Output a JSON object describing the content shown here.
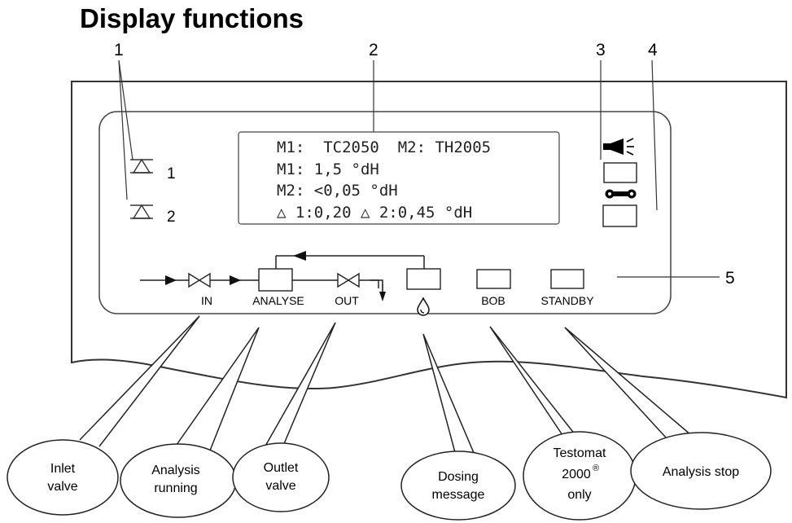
{
  "title": "Display functions",
  "callout_numbers": {
    "n1": "1",
    "n2": "2",
    "n3": "3",
    "n4": "4",
    "n5": "5"
  },
  "indicator_labels": {
    "ind1": "1",
    "ind2": "2"
  },
  "lcd": {
    "line1": "M1:  TC2050  M2: TH2005",
    "line2": "M1: 1,5 °dH",
    "line3": "M2: <0,05 °dH",
    "line4": "△ 1:0,20 △ 2:0,45 °dH"
  },
  "panel_labels": {
    "in": "IN",
    "analyse": "ANALYSE",
    "out": "OUT",
    "bob": "BOB",
    "standby": "STANDBY"
  },
  "bubbles": {
    "inlet_1": "Inlet",
    "inlet_2": "valve",
    "analysis_1": "Analysis",
    "analysis_2": "running",
    "outlet_1": "Outlet",
    "outlet_2": "valve",
    "dosing_1": "Dosing",
    "dosing_2": "message",
    "testomat_1": "Testomat",
    "testomat_2": "2000",
    "testomat_reg": "®",
    "testomat_3": "only",
    "stop": "Analysis stop"
  },
  "icons": [
    "limit-value-triangle-icon",
    "horn-icon",
    "wrench-icon",
    "droplet-icon",
    "flow-arrow-icon",
    "valve-icon"
  ]
}
